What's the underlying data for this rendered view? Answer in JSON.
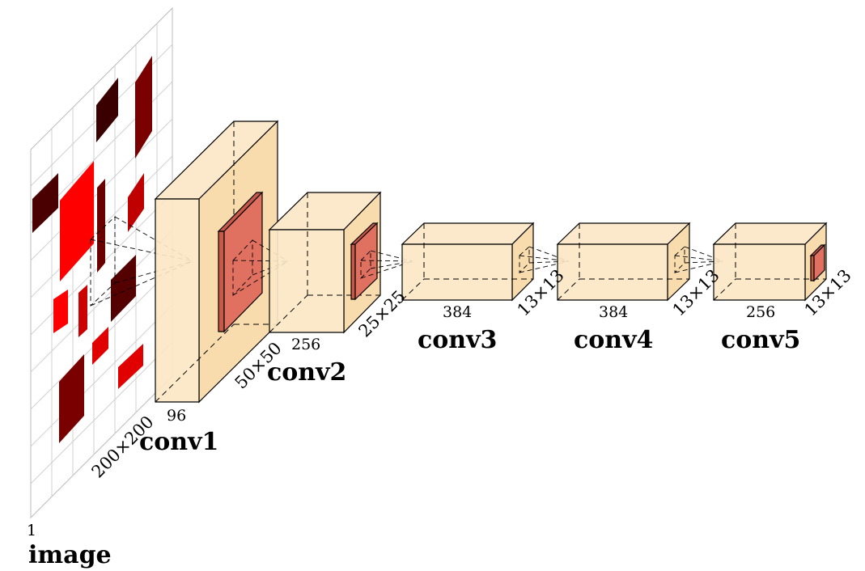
{
  "colors": {
    "block_front": "#fbe7c6",
    "block_top": "#fce9cb",
    "block_side": "#f8dcae",
    "kernel_front": "#e0705f",
    "kernel_side": "#c85848",
    "image_red": "#ff0000",
    "image_dark_red": "#7a0000",
    "image_darkest": "#3a0000"
  },
  "image": {
    "title": "image",
    "depth_label": "1",
    "size_label": "200×200"
  },
  "layers": [
    {
      "name": "conv1",
      "channels": "96",
      "size_label": "50×50"
    },
    {
      "name": "conv2",
      "channels": "256",
      "size_label": "25×25"
    },
    {
      "name": "conv3",
      "channels": "384",
      "size_label": "13×13"
    },
    {
      "name": "conv4",
      "channels": "384",
      "size_label": "13×13"
    },
    {
      "name": "conv5",
      "channels": "256",
      "size_label": "13×13"
    }
  ]
}
